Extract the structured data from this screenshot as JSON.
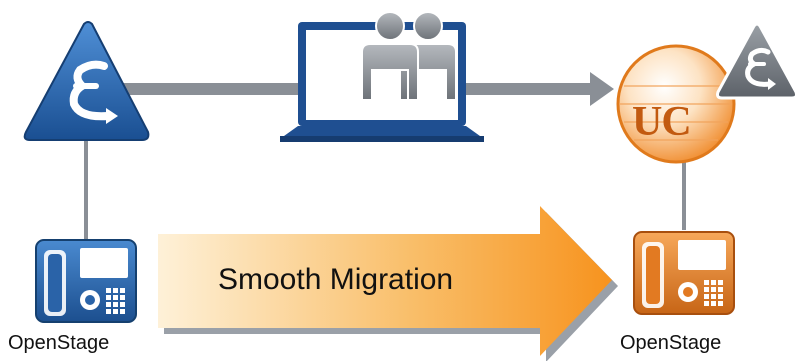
{
  "diagram": {
    "arrow_label": "Smooth Migration",
    "left_device_label": "OpenStage",
    "right_device_label": "OpenStage",
    "uc_label": "UC"
  },
  "icons": {
    "left_hub": "blue-triangle-epsilon-icon",
    "laptop": "laptop-with-users-icon",
    "uc_hub": "orange-uc-globe-icon",
    "uc_badge": "gray-triangle-epsilon-icon",
    "left_phone": "blue-desk-phone-icon",
    "right_phone": "orange-desk-phone-icon"
  },
  "colors": {
    "blue": "#1f5fa8",
    "orange": "#f28a1e",
    "gray_line": "#8a8f96",
    "arrow_light": "#fde9c6",
    "arrow_dark": "#f7931e"
  }
}
